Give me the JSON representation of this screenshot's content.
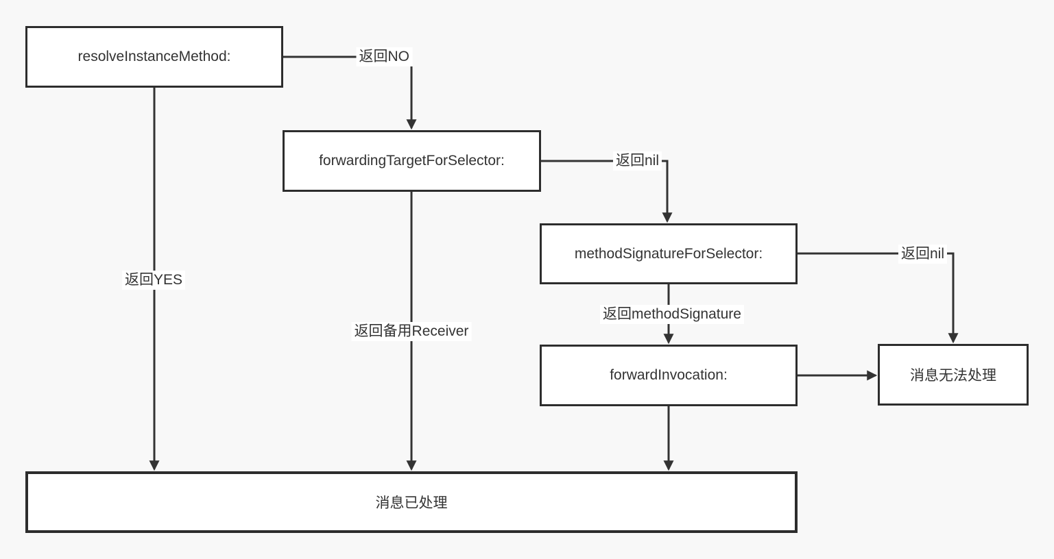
{
  "colors": {
    "background": "#f8f8f8",
    "node_fill": "#ffffff",
    "node_border": "#2d2d2d",
    "connector": "#333333",
    "text": "#333333"
  },
  "nodes": [
    {
      "id": "resolve-instance-method",
      "label": "resolveInstanceMethod:"
    },
    {
      "id": "forwarding-target-for-selector",
      "label": "forwardingTargetForSelector:"
    },
    {
      "id": "method-signature-for-selector",
      "label": "methodSignatureForSelector:"
    },
    {
      "id": "forward-invocation",
      "label": "forwardInvocation:"
    },
    {
      "id": "message-unhandled",
      "label": "消息无法处理"
    },
    {
      "id": "message-handled",
      "label": "消息已处理"
    }
  ],
  "edges": [
    {
      "from": "resolveInstanceMethod:",
      "to": "forwardingTargetForSelector:",
      "label": "返回NO"
    },
    {
      "from": "resolveInstanceMethod:",
      "to": "消息已处理",
      "label": "返回YES"
    },
    {
      "from": "forwardingTargetForSelector:",
      "to": "methodSignatureForSelector:",
      "label": "返回nil"
    },
    {
      "from": "forwardingTargetForSelector:",
      "to": "消息已处理",
      "label": "返回备用Receiver"
    },
    {
      "from": "methodSignatureForSelector:",
      "to": "消息无法处理",
      "label": "返回nil"
    },
    {
      "from": "methodSignatureForSelector:",
      "to": "forwardInvocation:",
      "label": "返回methodSignature"
    },
    {
      "from": "forwardInvocation:",
      "to": "消息无法处理",
      "label": ""
    },
    {
      "from": "forwardInvocation:",
      "to": "消息已处理",
      "label": ""
    }
  ]
}
